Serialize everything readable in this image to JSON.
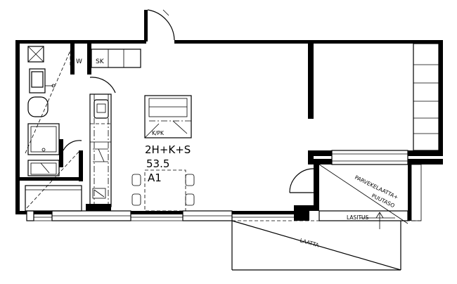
{
  "apartment": {
    "type": "2H+K+S",
    "area": "53.5",
    "unit": "A1"
  },
  "labels": {
    "washing_machine": "W",
    "sauna": "SK",
    "kitchen_dining": "K/PK",
    "balcony_slab": "PARVEKELAATTA+",
    "wood_deck": "PUUTASO",
    "glazing": "LASITUS",
    "tiles": "LAATTA"
  }
}
